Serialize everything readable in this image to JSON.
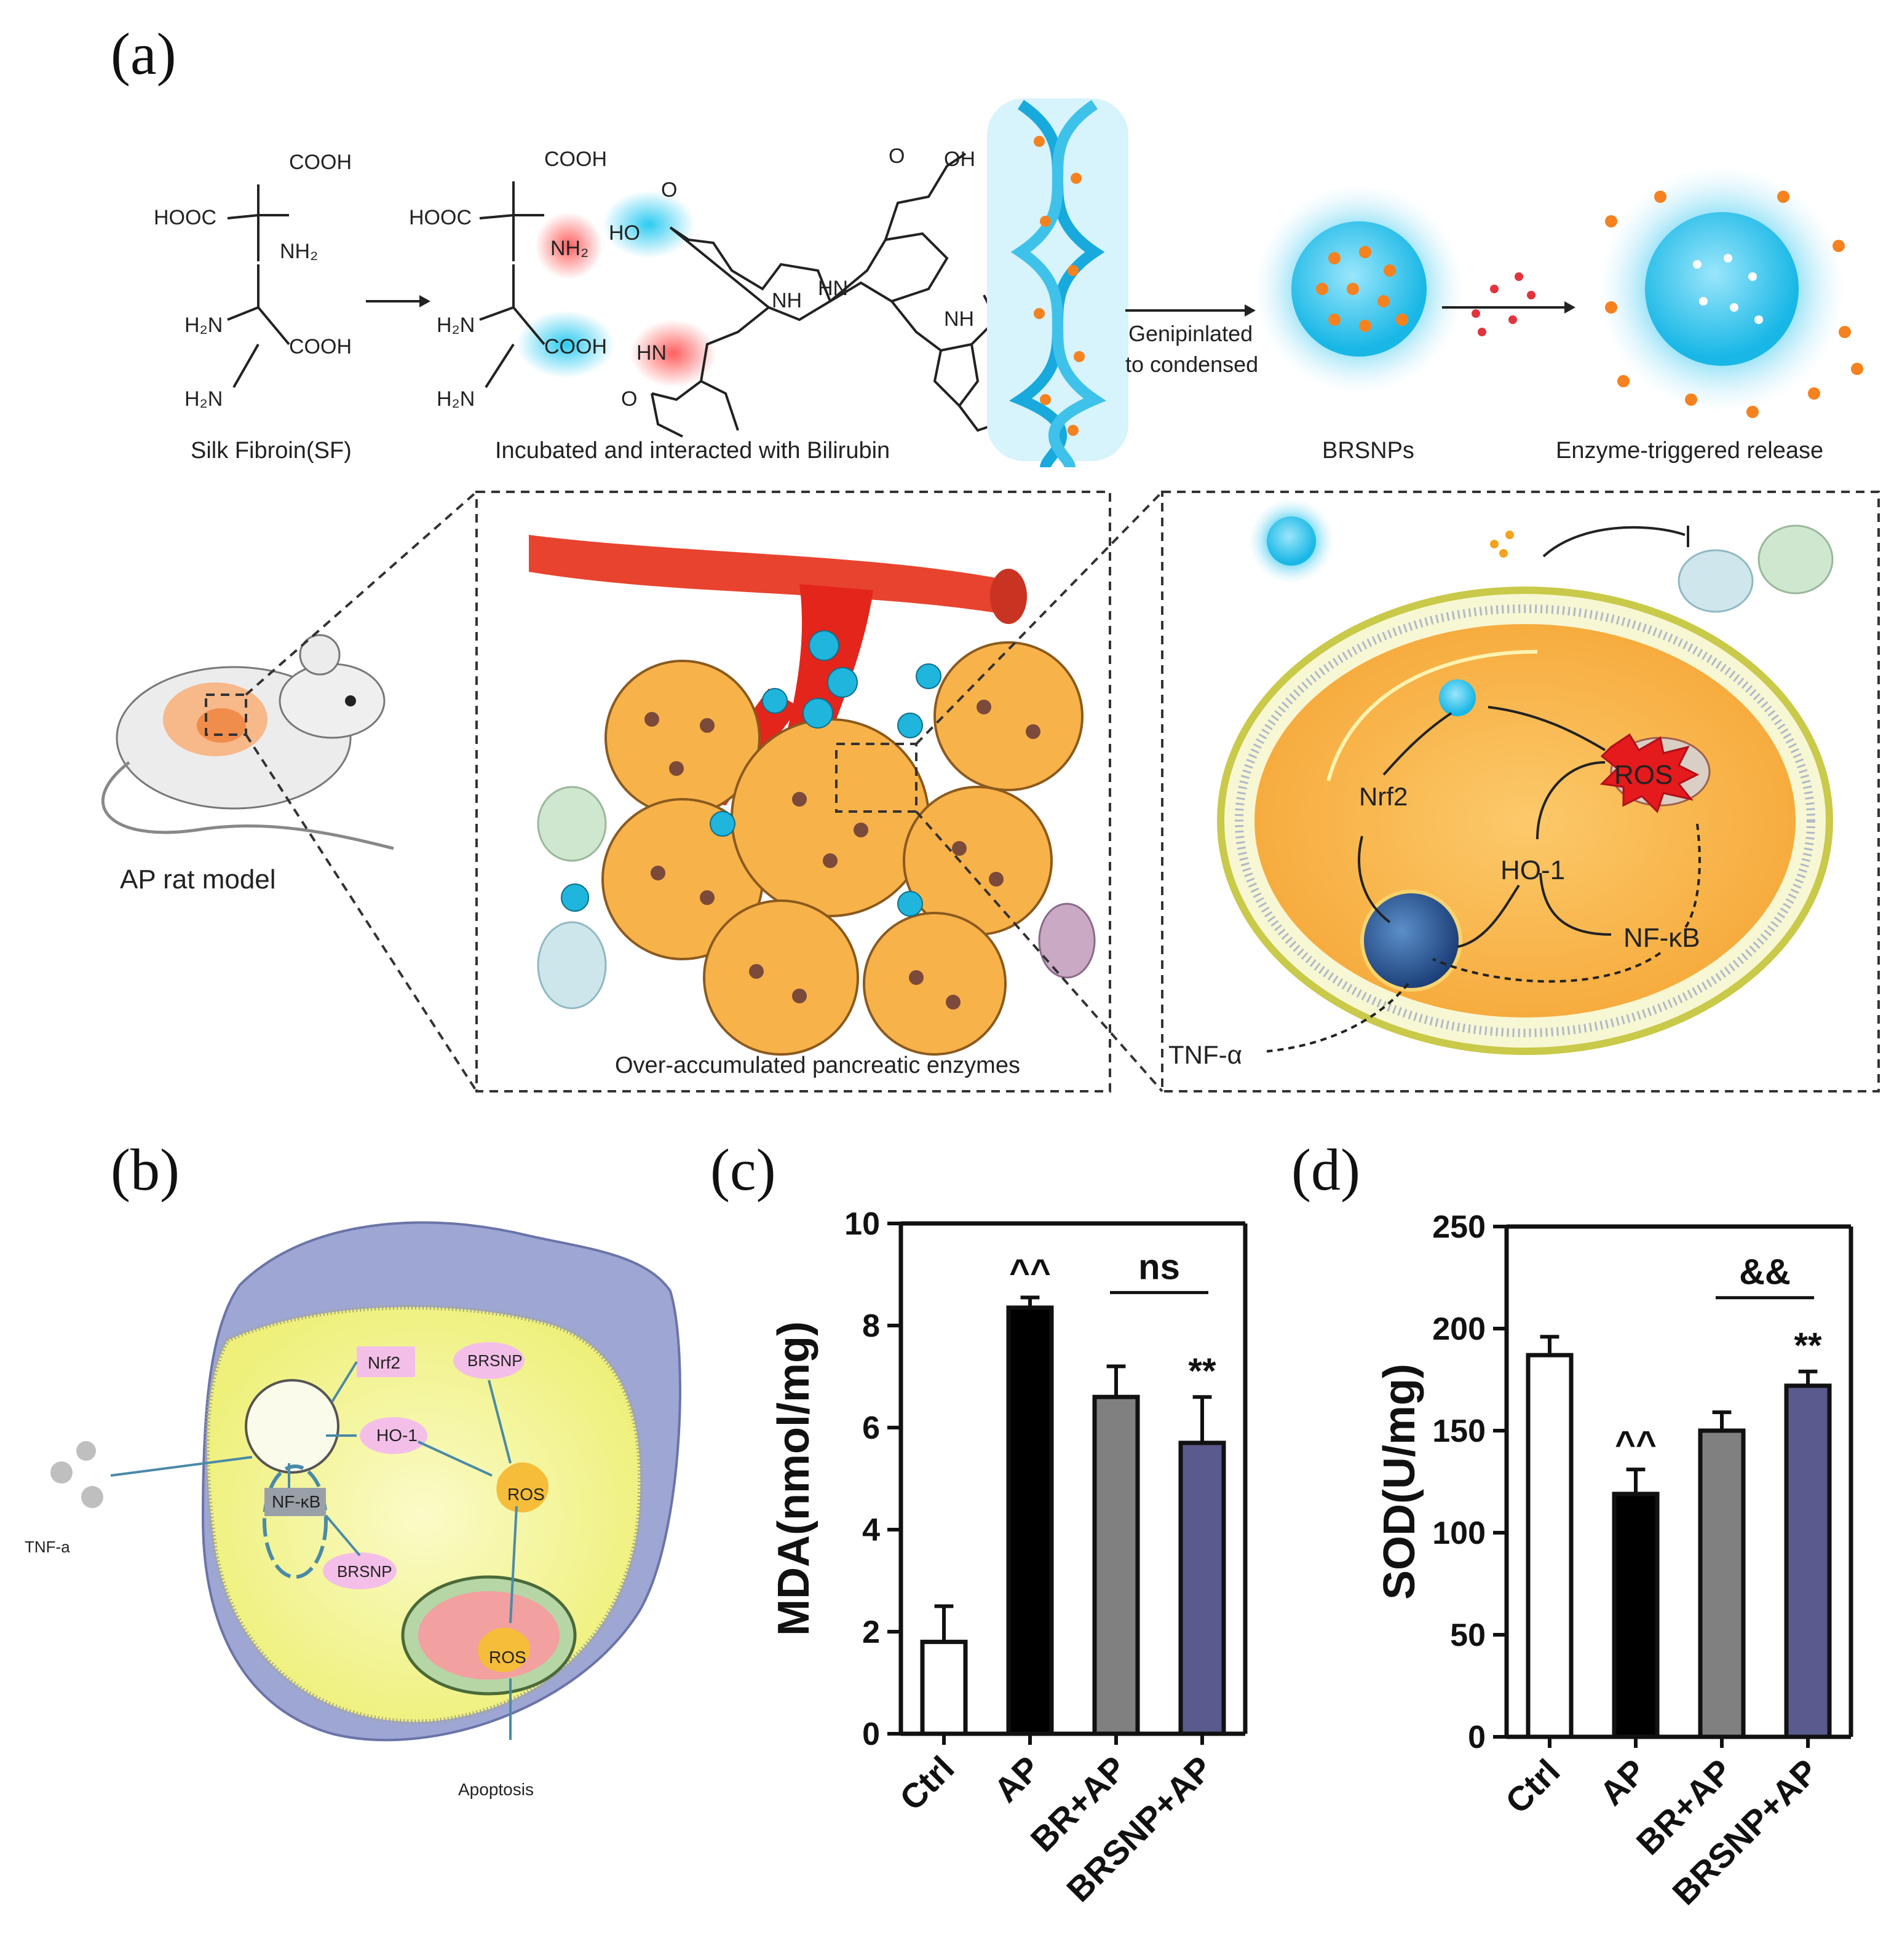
{
  "panel_labels": [
    "(a)",
    "(b)",
    "(c)",
    "(d)"
  ],
  "panel_a": {
    "sf_label": "Silk Fibroin(SF)",
    "incubated_label": "Incubated and interacted with Bilirubin",
    "genipin_line1": "Genipinlated",
    "genipin_line2": "to condensed",
    "brsnps_label": "BRSNPs",
    "release_label": "Enzyme-triggered release",
    "rat_label": "AP rat model",
    "enzymes_label": "Over-accumulated pancreatic enzymes",
    "chem": {
      "cooh": "COOH",
      "hooc": "HOOC",
      "nh2": "NH₂",
      "h2n": "H₂N",
      "ho": "HO",
      "oh": "OH",
      "nh": "NH",
      "hn": "HN",
      "o": "O"
    },
    "cell": {
      "nrf2": "Nrf2",
      "ros": "ROS",
      "ho1": "HO-1",
      "nfkb": "NF-κB",
      "tnfa": "TNF-α"
    }
  },
  "panel_b": {
    "nrf2": "Nrf2",
    "brsnp": "BRSNP",
    "ho1": "HO-1",
    "ros": "ROS",
    "nfkb": "NF-κB",
    "tnfa": "TNF-a",
    "apoptosis": "Apoptosis"
  },
  "chart_data": [
    {
      "type": "bar",
      "panel": "(c)",
      "ylabel": "MDA(nmol/mg)",
      "ylim": [
        0,
        10
      ],
      "yticks": [
        0,
        2,
        4,
        6,
        8,
        10
      ],
      "categories": [
        "Ctrl",
        "AP",
        "BR+AP",
        "BRSNP+AP"
      ],
      "values": [
        1.8,
        8.35,
        6.6,
        5.7
      ],
      "errors": [
        0.7,
        0.2,
        0.6,
        0.9
      ],
      "bar_colors": [
        "#ffffff",
        "#000000",
        "#808080",
        "#5b5a8e"
      ],
      "annotations": [
        {
          "category": "AP",
          "text": "^^"
        },
        {
          "category": "BRSNP+AP",
          "text": "**"
        },
        {
          "bracket": [
            "BR+AP",
            "BRSNP+AP"
          ],
          "text": "ns"
        }
      ]
    },
    {
      "type": "bar",
      "panel": "(d)",
      "ylabel": "SOD(U/mg)",
      "ylim": [
        0,
        250
      ],
      "yticks": [
        0,
        50,
        100,
        150,
        200,
        250
      ],
      "categories": [
        "Ctrl",
        "AP",
        "BR+AP",
        "BRSNP+AP"
      ],
      "values": [
        187,
        119,
        150,
        172
      ],
      "errors": [
        9,
        12,
        9,
        7
      ],
      "bar_colors": [
        "#ffffff",
        "#000000",
        "#808080",
        "#5b5a8e"
      ],
      "annotations": [
        {
          "category": "AP",
          "text": "^^"
        },
        {
          "category": "BRSNP+AP",
          "text": "**"
        },
        {
          "bracket": [
            "BR+AP",
            "BRSNP+AP"
          ],
          "text": "&&"
        }
      ]
    }
  ]
}
